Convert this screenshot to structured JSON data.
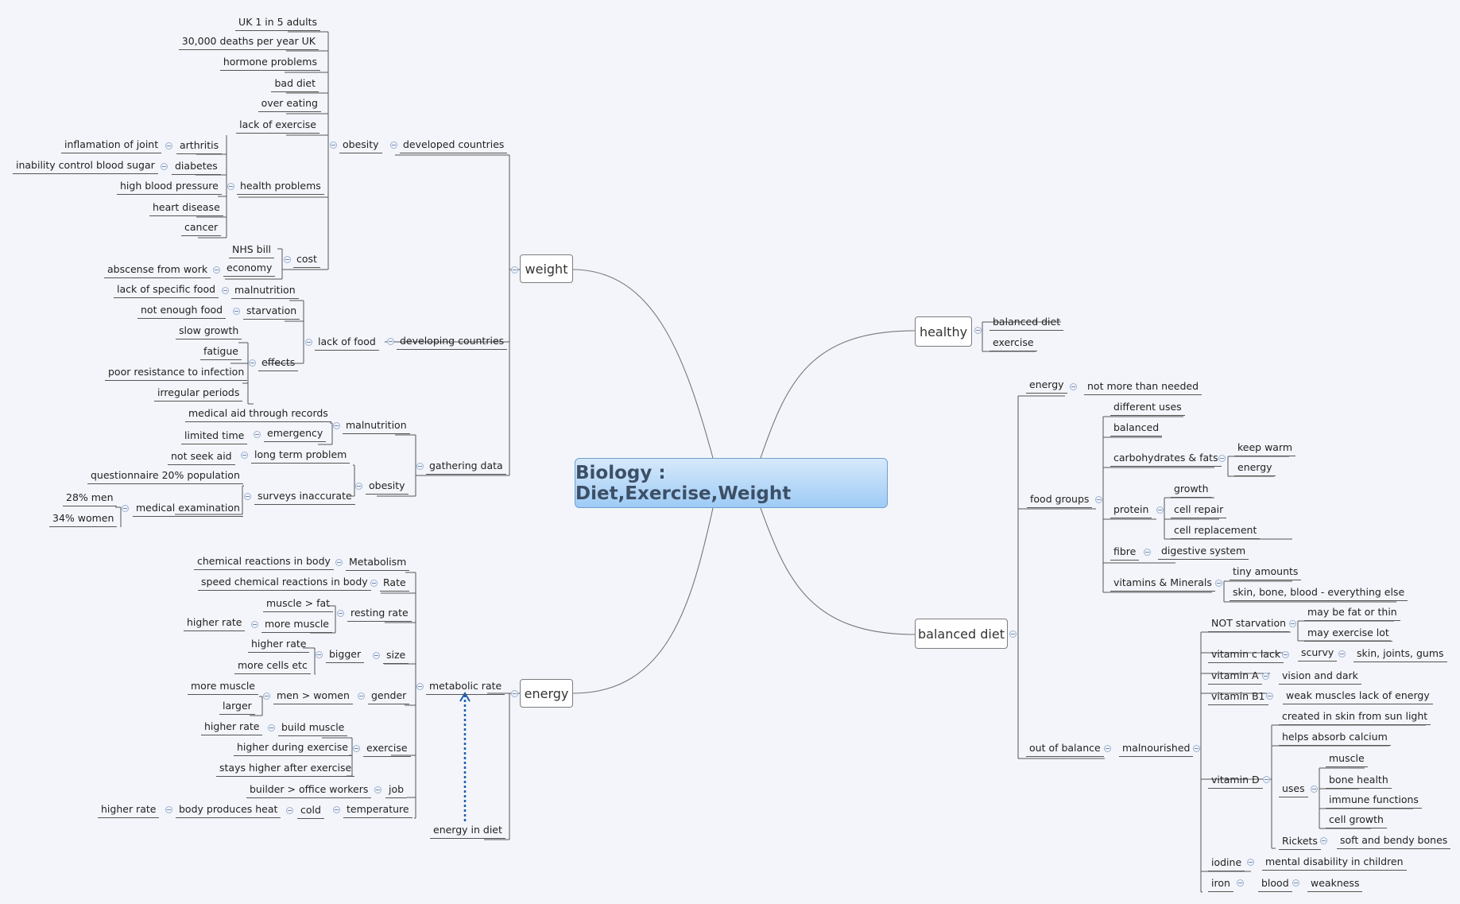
{
  "title": "Biology : Diet,Exercise,Weight",
  "colors": {
    "background": "#f3f5fa",
    "central_top": "#d6e9fb",
    "central_bottom": "#9ecbf5",
    "relationship": "#1d5fb4",
    "line": "#555555"
  },
  "branches": {
    "weight": {
      "label": "weight",
      "developed_countries": {
        "label": "developed countries",
        "obesity": "obesity",
        "facts": [
          "UK 1 in 5 adults",
          "30,000 deaths per year UK",
          "hormone problems",
          "bad diet",
          "over eating",
          "lack of exercise"
        ],
        "health_problems": {
          "label": "health problems",
          "arthritis": "arthritis",
          "inflamation_of_joint": "inflamation of joint",
          "diabetes": "diabetes",
          "inability_control_blood_sugar": "inability control blood sugar",
          "high_blood_pressure": "high blood pressure",
          "heart_disease": "heart disease",
          "cancer": "cancer"
        },
        "cost": {
          "label": "cost",
          "nhs_bill": "NHS bill",
          "economy": "economy",
          "abscense_from_work": "abscense from work"
        }
      },
      "developing_countries": {
        "label": "developing countries",
        "lack_of_food": "lack of food",
        "malnutrition": "malnutrition",
        "lack_of_specific_food": "lack of specific food",
        "starvation": "starvation",
        "not_enough_food": "not enough food",
        "effects": {
          "label": "effects",
          "items": [
            "slow growth",
            "fatigue",
            "poor resistance to infection",
            "irregular periods"
          ]
        }
      },
      "gathering_data": {
        "label": "gathering data",
        "malnutrition": "malnutrition",
        "medical_aid_through_records": "medical aid through records",
        "emergency": "emergency",
        "limited_time": "limited time",
        "obesity": "obesity",
        "long_term_problem": "long term problem",
        "not_seek_aid": "not seek aid",
        "surveys_inaccurate": "surveys inaccurate",
        "questionnaire": "questionnaire 20% population",
        "medical_examination": "medical examination",
        "men": "28% men",
        "women": "34% women"
      }
    },
    "energy": {
      "label": "energy",
      "metabolic_rate": "metabolic rate",
      "energy_in_diet": "energy in diet",
      "metabolism": "Metabolism",
      "chemical_reactions": "chemical reactions in body",
      "rate": "Rate",
      "speed_chemical_reactions": "speed chemical reactions in body",
      "resting_rate": "resting rate",
      "muscle_fat": "muscle > fat",
      "more_muscle": "more muscle",
      "higher_rate_1": "higher rate",
      "size": "size",
      "bigger": "bigger",
      "higher_rate_2": "higher rate",
      "more_cells": "more cells etc",
      "gender": "gender",
      "men_women": "men > women",
      "more_muscle_2": "more muscle",
      "larger": "larger",
      "exercise": "exercise",
      "build_muscle": "build muscle",
      "higher_rate_3": "higher rate",
      "higher_during_exercise": "higher during exercise",
      "stays_higher": "stays higher after exercise",
      "job": "job",
      "builder": "builder > office workers",
      "temperature": "temperature",
      "cold": "cold",
      "body_produces_heat": "body produces heat",
      "higher_rate_4": "higher rate"
    },
    "healthy": {
      "label": "healthy",
      "items": [
        "balanced diet",
        "exercise"
      ]
    },
    "balanced_diet": {
      "label": "balanced diet",
      "energy": "energy",
      "not_more_than_needed": "not more than needed",
      "food_groups": {
        "label": "food groups",
        "different_uses": "different uses",
        "balanced": "balanced",
        "carbohydrates": "carbohydrates & fats",
        "keep_warm": "keep warm",
        "energy": "energy",
        "protein": "protein",
        "growth": "growth",
        "cell_repair": "cell repair",
        "cell_replacement": "cell replacement",
        "fibre": "fibre",
        "digestive_system": "digestive system",
        "vitamins": "vitamins & Minerals",
        "tiny_amounts": "tiny amounts",
        "skin_bone_blood": "skin, bone, blood - everything else"
      },
      "out_of_balance": {
        "label": "out of balance",
        "malnourished": "malnourished",
        "not_starvation": "NOT starvation",
        "may_be_fat": "may be fat or thin",
        "may_exercise": "may exercise lot",
        "vitamin_c": "vitamin c lack",
        "scurvy": "scurvy",
        "skin_joints_gums": "skin, joints, gums",
        "vitamin_a": "vitamin A",
        "vision": "vision and dark",
        "vitamin_b1": "vitamin B1",
        "weak_muscles": "weak muscles lack of energy",
        "vitamin_d": "vitamin D",
        "created_in_skin": "created in skin from sun light",
        "helps_absorb": "helps absorb calcium",
        "uses": "uses",
        "uses_items": [
          "muscle",
          "bone health",
          "immune functions",
          "cell growth"
        ],
        "rickets": "Rickets",
        "soft_bones": "soft and bendy bones",
        "iodine": "iodine",
        "mental_disability": "mental disability in children",
        "iron": "iron",
        "blood": "blood",
        "weakness": "weakness"
      }
    }
  }
}
